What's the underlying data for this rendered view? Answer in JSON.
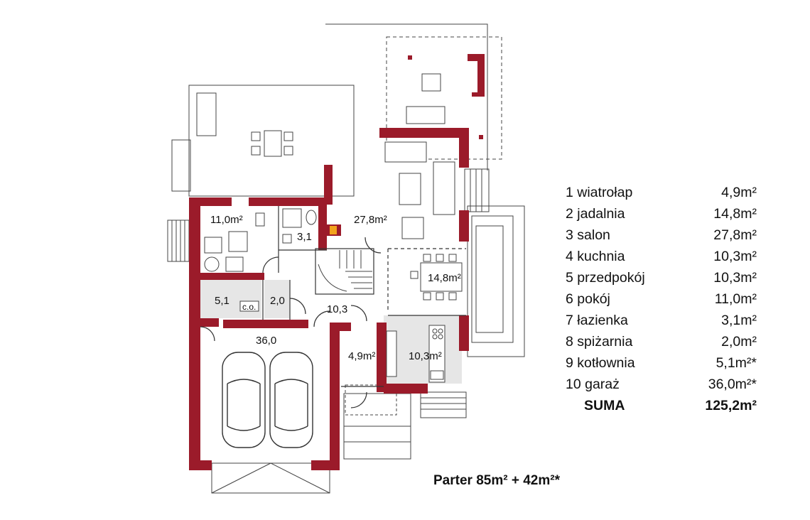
{
  "rooms": {
    "r6": "11,0m²",
    "r7": "3,1",
    "r3": "27,8m²",
    "r9": "5,1",
    "r9_tag": "c.o.",
    "r8": "2,0",
    "r5": "10,3",
    "r2": "14,8m²",
    "r10": "36,0",
    "r1": "4,9m²",
    "r4": "10,3m²"
  },
  "legend": {
    "items": [
      {
        "label": "1  wiatrołap",
        "area": "4,9m²"
      },
      {
        "label": "2  jadalnia",
        "area": "14,8m²"
      },
      {
        "label": "3  salon",
        "area": "27,8m²"
      },
      {
        "label": "4  kuchnia",
        "area": "10,3m²"
      },
      {
        "label": "5  przedpokój",
        "area": "10,3m²"
      },
      {
        "label": "6  pokój",
        "area": "11,0m²"
      },
      {
        "label": "7  łazienka",
        "area": "3,1m²"
      },
      {
        "label": "8  spiżarnia",
        "area": "2,0m²"
      },
      {
        "label": "9  kotłownia",
        "area": "5,1m²*"
      },
      {
        "label": "10 garaż",
        "area": "36,0m²*"
      }
    ],
    "sum_label": "SUMA",
    "sum_area": "125,2m²"
  },
  "caption": "Parter  85m² + 42m²*",
  "colors": {
    "wall": "#9b1b2a",
    "outline": "#333333",
    "utility_fill": "#e6e6e6"
  }
}
